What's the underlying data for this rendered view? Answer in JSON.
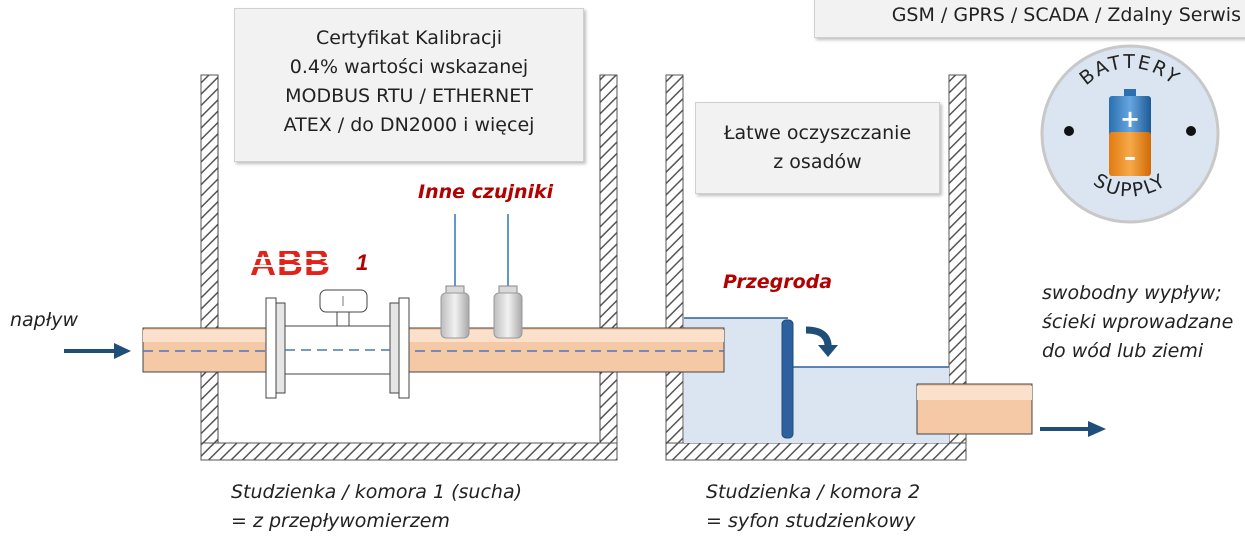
{
  "top_right_box": {
    "text": "GSM / GPRS / SCADA / Zdalny Serwis"
  },
  "certificate_box": {
    "lines": [
      "Certyfikat Kalibracji",
      "0.4% wartości wskazanej",
      "MODBUS RTU / ETHERNET",
      "ATEX / do DN2000 i więcej"
    ]
  },
  "cleaning_box": {
    "lines": [
      "Łatwe oczyszczanie",
      "z osadów"
    ]
  },
  "battery_badge": {
    "top_text": "BATTERY",
    "bottom_text": "SUPPLY",
    "plus": "+",
    "minus": "–"
  },
  "flowmeter": {
    "brand": "ABB",
    "number": "1"
  },
  "sensors_label": "Inne czujniki",
  "partition_label": "Przegroda",
  "inflow_label": "napływ",
  "outflow_label": {
    "lines": [
      "swobodny wypływ;",
      "ścieki wprowadzane",
      "do wód lub ziemi"
    ]
  },
  "chamber1_caption": {
    "lines": [
      "Studzienka / komora 1 (sucha)",
      "= z przepływomierzem"
    ]
  },
  "chamber2_caption": {
    "lines": [
      "Studzienka / komora 2",
      "= syfon studzienkowy"
    ]
  },
  "colors": {
    "pipe_fill": "#f6c9a6",
    "water_fill": "#dbe5f1",
    "arrow": "#1f4e79",
    "partition": "#2e5f9e",
    "accent_red": "#b30000",
    "brand_red": "#e2231a"
  }
}
